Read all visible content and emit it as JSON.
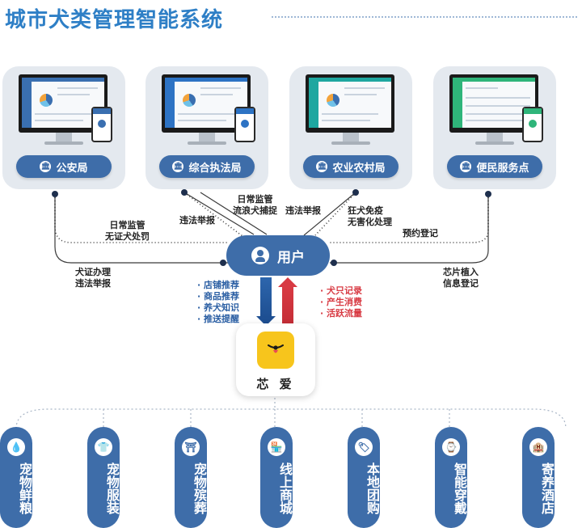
{
  "title": "城市犬类管理智能系统",
  "departments": [
    {
      "label": "公安局",
      "accent": "#3a6fb0"
    },
    {
      "label": "综合执法局",
      "accent": "#2d73c4"
    },
    {
      "label": "农业农村局",
      "accent": "#1ea7a0"
    },
    {
      "label": "便民服务点",
      "accent": "#2fb57a"
    }
  ],
  "flow_labels": {
    "police_top": [
      "日常监管",
      "无证犬处罚"
    ],
    "police_bottom": [
      "犬证办理",
      "违法举报"
    ],
    "enforcement_left": [
      "违法举报"
    ],
    "enforcement_center": [
      "日常监管",
      "流浪犬捕捉"
    ],
    "enforcement_right": [
      "违法举报"
    ],
    "agriculture": [
      "狂犬免疫",
      "无害化处理"
    ],
    "service_top": [
      "预约登记"
    ],
    "service_bottom": [
      "芯片植入",
      "信息登记"
    ]
  },
  "user": {
    "label": "用户"
  },
  "to_app": [
    "店铺推荐",
    "商品推荐",
    "养犬知识",
    "推送提醒"
  ],
  "from_app": [
    "犬只记录",
    "产生消费",
    "活跃流量"
  ],
  "app": {
    "name": "芯 爱"
  },
  "services": [
    {
      "label": "宠物鲜粮",
      "icon": "drop-icon"
    },
    {
      "label": "宠物服装",
      "icon": "shirt-icon"
    },
    {
      "label": "宠物殡葬",
      "icon": "memorial-icon"
    },
    {
      "label": "线上商城",
      "icon": "shop-icon"
    },
    {
      "label": "本地团购",
      "icon": "tag-icon"
    },
    {
      "label": "智能穿戴",
      "icon": "wearable-icon"
    },
    {
      "label": "寄养酒店",
      "icon": "hotel-icon"
    }
  ],
  "colors": {
    "primary": "#3e6da9",
    "title": "#2e7fc6",
    "down_arrow": "#1e4f92",
    "up_arrow": "#d83a43",
    "app_yellow": "#f7c51c"
  }
}
